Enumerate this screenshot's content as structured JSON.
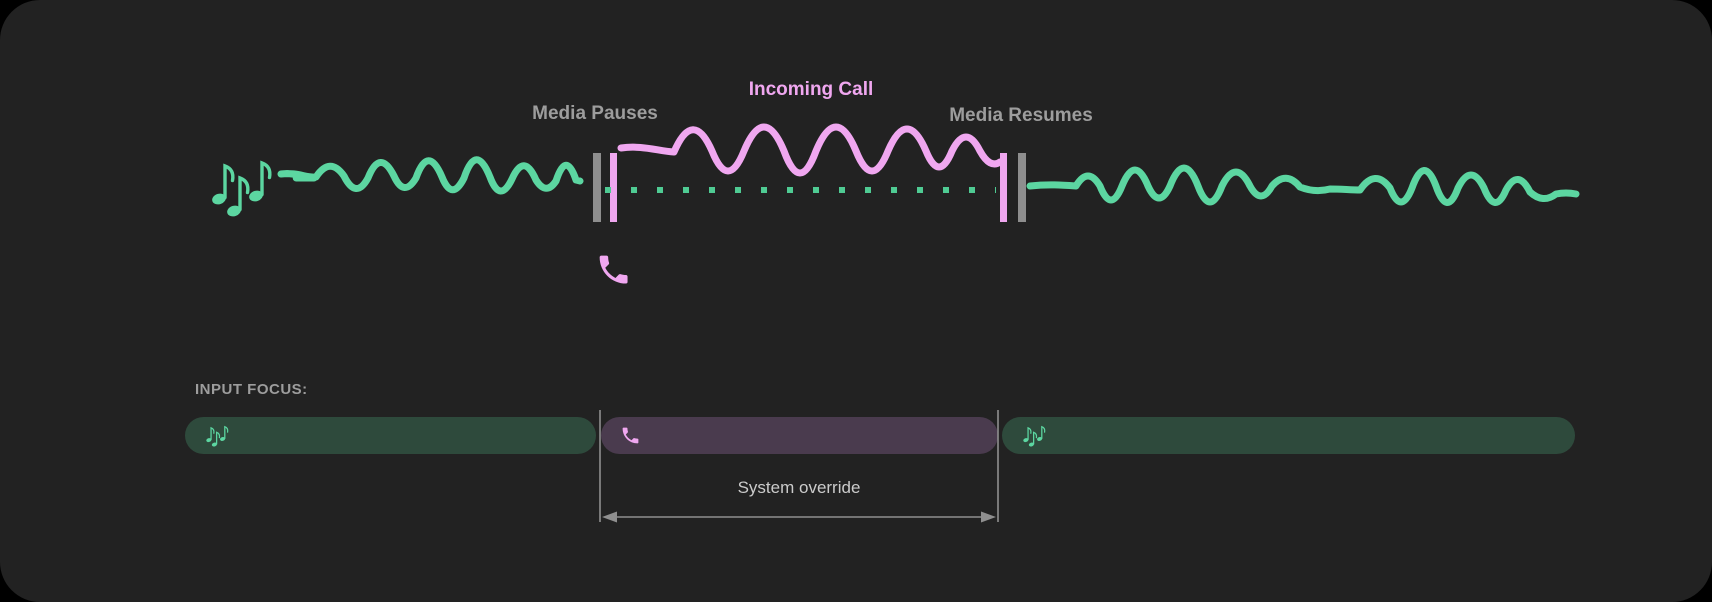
{
  "colors": {
    "page_bg": "#000000",
    "card_bg": "#222222",
    "media_green": "#5cd6a1",
    "dot_green": "#4fcb93",
    "call_pink": "#f0a7f0",
    "bar_gray": "#8e8e8e",
    "label_gray": "#9d9d9d",
    "pill_green": "#2e4a3c",
    "pill_purple": "#4a3b4e",
    "annotation_gray": "#8f8f8f",
    "override_text": "#cbcbcb"
  },
  "diagram": {
    "media_pauses_label": "Media Pauses",
    "incoming_call_label": "Incoming Call",
    "media_resumes_label": "Media Resumes",
    "media_icon": "music-notes-icon",
    "call_icon": "phone-icon"
  },
  "input_focus": {
    "heading": "INPUT FOCUS:",
    "override_label": "System override",
    "segments": [
      {
        "type": "media",
        "icon": "music-notes-icon"
      },
      {
        "type": "call",
        "icon": "phone-icon"
      },
      {
        "type": "media",
        "icon": "music-notes-icon"
      }
    ]
  }
}
